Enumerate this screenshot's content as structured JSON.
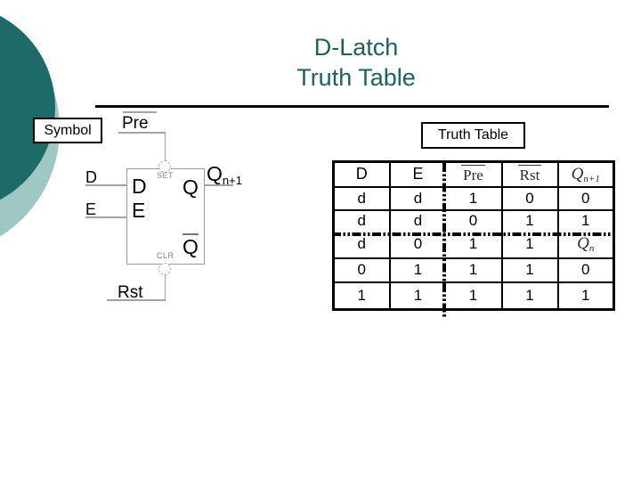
{
  "title": {
    "line1": "D-Latch",
    "line2": "Truth Table"
  },
  "section_labels": {
    "symbol": "Symbol",
    "truth_table": "Truth Table"
  },
  "symbol": {
    "pre_label": "Pre",
    "rst_label": "Rst",
    "d_input": "D",
    "e_input": "E",
    "d_pin": "D",
    "e_pin": "E",
    "set_pin": "SET",
    "clr_pin": "CLR",
    "q_pin": "Q",
    "qbar_pin": "Q",
    "q_output": "Q",
    "q_output_sub": "n+1"
  },
  "truth_table": {
    "header": [
      {
        "text": "D"
      },
      {
        "text": "E"
      },
      {
        "text": "Pre",
        "overline": true
      },
      {
        "text": "Rst",
        "overline": true
      },
      {
        "text": "Q",
        "sub": "n+1",
        "italic": true
      }
    ],
    "rows": [
      [
        {
          "text": "d"
        },
        {
          "text": "d"
        },
        {
          "text": "1"
        },
        {
          "text": "0"
        },
        {
          "text": "0"
        }
      ],
      [
        {
          "text": "d"
        },
        {
          "text": "d"
        },
        {
          "text": "0"
        },
        {
          "text": "1"
        },
        {
          "text": "1"
        }
      ],
      [
        {
          "text": "d"
        },
        {
          "text": "0"
        },
        {
          "text": "1"
        },
        {
          "text": "1"
        },
        {
          "text": "Q",
          "sub": "n",
          "italic": true
        }
      ],
      [
        {
          "text": "0"
        },
        {
          "text": "1"
        },
        {
          "text": "1"
        },
        {
          "text": "1"
        },
        {
          "text": "0"
        }
      ],
      [
        {
          "text": "1"
        },
        {
          "text": "1"
        },
        {
          "text": "1"
        },
        {
          "text": "1"
        },
        {
          "text": "1"
        }
      ]
    ]
  },
  "colors": {
    "title_text": "#1a6360",
    "circle_dark": "#1d6a68",
    "circle_light": "#9fc7c4",
    "wire_gray": "#a3a3a3"
  }
}
